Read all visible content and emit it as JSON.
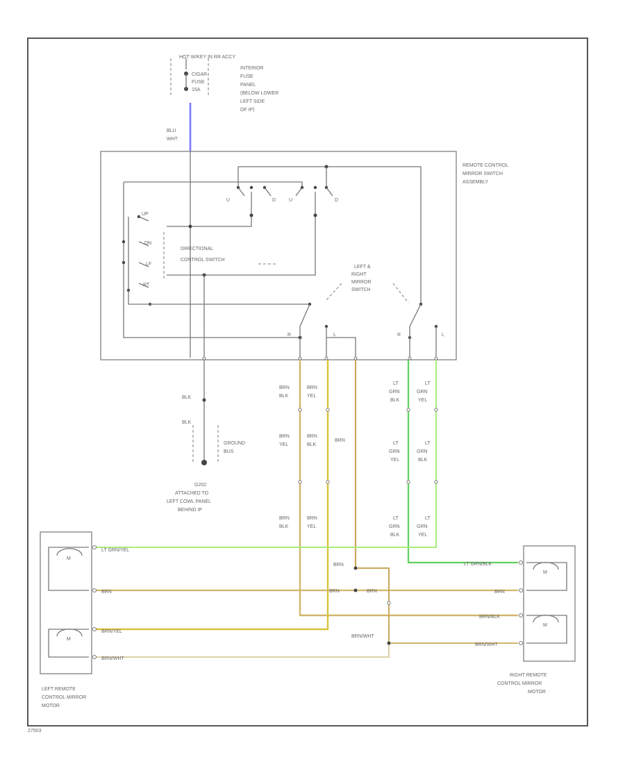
{
  "fuse_block": {
    "hot_label": "HOT W/KEY IN RR ACCY",
    "fuse_name": [
      "CIGAR",
      "FUSE",
      "15A"
    ],
    "location": [
      "INTERIOR",
      "FUSE",
      "PANEL",
      "(BELOW LOWER",
      "LEFT SIDE",
      "OF IP)"
    ]
  },
  "feed_wire": [
    "BLU",
    "WHT"
  ],
  "switch_assembly": {
    "name": [
      "REMOTE CONTROL",
      "MIRROR SWITCH",
      "ASSEMBLY"
    ],
    "directional_switch": [
      "DIRECTIONAL",
      "CONTROL SWITCH"
    ],
    "selector_switch": [
      "LEFT &",
      "RIGHT",
      "MIRROR",
      "SWITCH"
    ],
    "contact_letters": [
      "U",
      "D",
      "U",
      "D"
    ],
    "side_letters": [
      "UP",
      "DN",
      "LF",
      "RT"
    ],
    "selector_letters": [
      "R",
      "L",
      "R",
      "L"
    ]
  },
  "ground": {
    "wire_upper": "BLK",
    "wire_lower": "BLK",
    "label": [
      "GROUND",
      "BUS"
    ],
    "ground_id": "G202",
    "location": [
      "ATTACHED TO",
      "LEFT COWL PANEL",
      "BEHIND IP"
    ]
  },
  "wire_labels": {
    "brn_blk_1": [
      "BRN",
      "BLK"
    ],
    "brn_yel_1": [
      "BRN",
      "YEL"
    ],
    "brn_yel_2": [
      "BRN",
      "YEL"
    ],
    "brn_blk_2": [
      "BRN",
      "BLK"
    ],
    "brn": "BRN",
    "brn_blk_3": [
      "BRN",
      "BLK"
    ],
    "brn_yel_3": [
      "BRN",
      "YEL"
    ],
    "ltgrn_blk_1": [
      "LT",
      "GRN",
      "BLK"
    ],
    "ltgrn_yel_1": [
      "LT",
      "GRN",
      "YEL"
    ],
    "ltgrn_yel_2": [
      "LT",
      "GRN",
      "YEL"
    ],
    "ltgrn_blk_2": [
      "LT",
      "GRN",
      "BLK"
    ],
    "ltgrn_blk_3": [
      "LT",
      "GRN",
      "BLK"
    ],
    "ltgrn_yel_3": [
      "LT",
      "GRN",
      "YEL"
    ]
  },
  "harness_labels": {
    "lt_grn_yel": "LT GRN/YEL",
    "brn_left": "BRN",
    "brn_yel": "BRN/YEL",
    "brn_wht_left": "BRN/WHT",
    "brn_junction_top": "BRN",
    "brn_junction_mid": "BRN",
    "brn_junction_right": "BRN",
    "brn_wht_mid": "BRN/WHT",
    "lt_grn_blk": "LT GRN/BLK",
    "brn_right": "BRN",
    "brn_blk": "BRN/BLK",
    "brn_wht_right": "BRN/WHT"
  },
  "motor_symbol": "M",
  "left_motor": [
    "LEFT REMOTE",
    "CONTROL MIRROR",
    "MOTOR"
  ],
  "right_motor": [
    "RIGHT REMOTE",
    "CONTROL MIRROR",
    "MOTOR"
  ],
  "figure_id": "27503",
  "colors": {
    "blu_wht": "#7b7bff",
    "brn": "#d2b56a",
    "brn_yel": "#d8c23a",
    "lt_grn": "#7fe07f",
    "brn_wht": "#ddd2a8",
    "wire": "#777777"
  }
}
